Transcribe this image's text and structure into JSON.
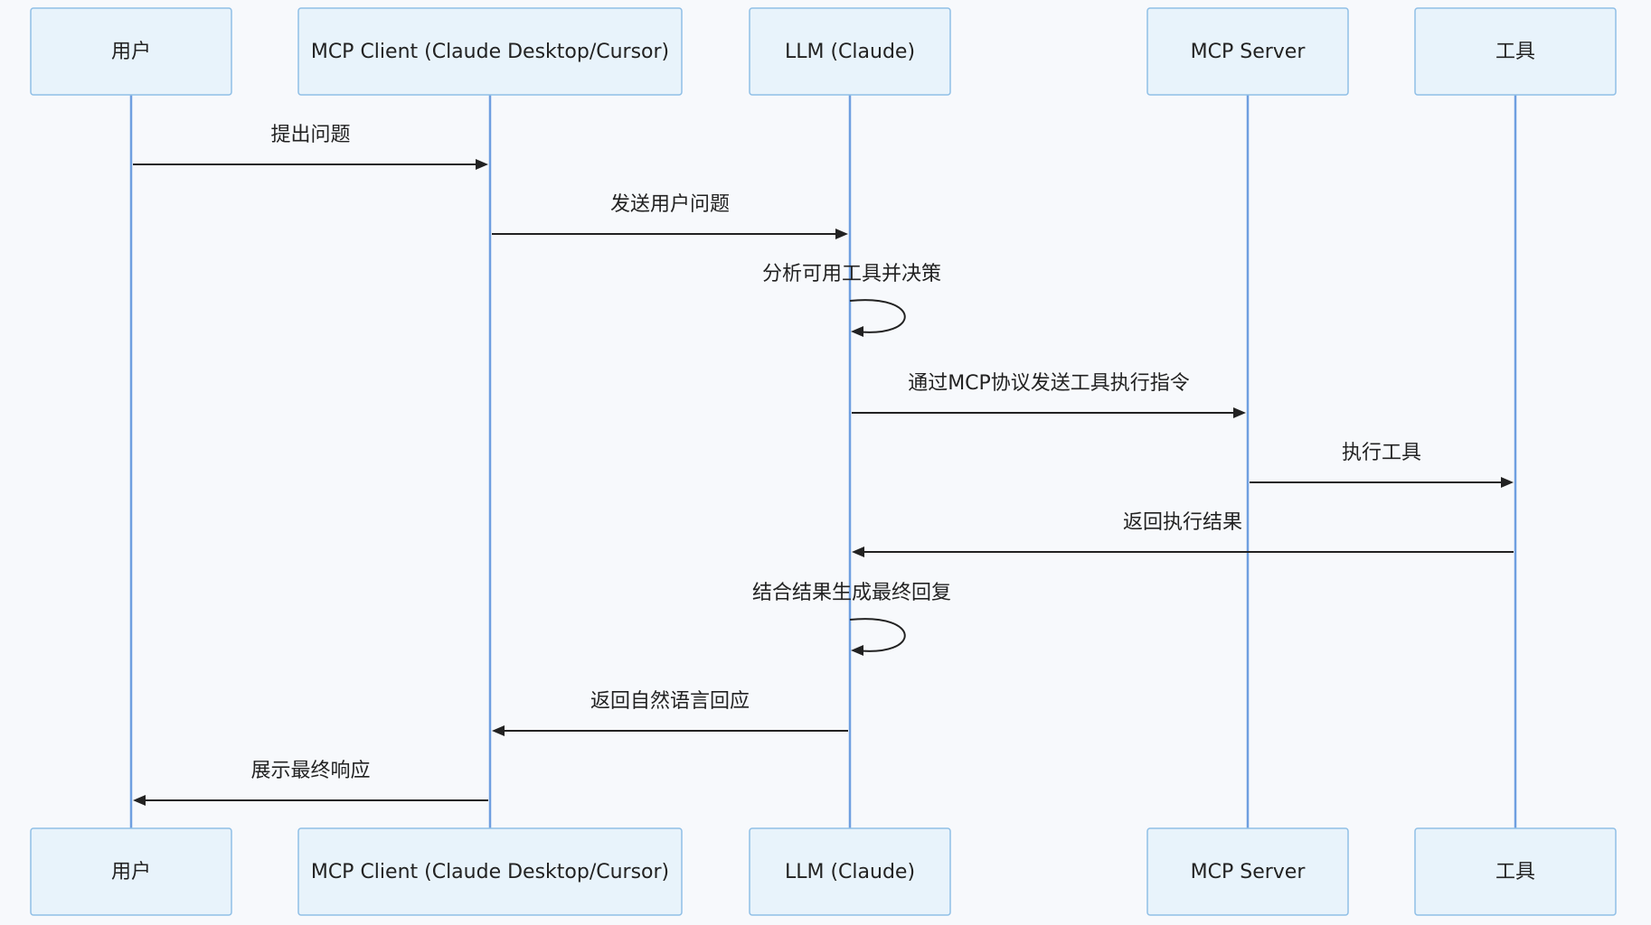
{
  "participants": [
    {
      "id": "user",
      "label": "用户"
    },
    {
      "id": "client",
      "label": "MCP Client (Claude Desktop/Cursor)"
    },
    {
      "id": "llm",
      "label": "LLM (Claude)"
    },
    {
      "id": "server",
      "label": "MCP Server"
    },
    {
      "id": "tool",
      "label": "工具"
    }
  ],
  "messages": [
    {
      "from": "user",
      "to": "client",
      "label": "提出问题"
    },
    {
      "from": "client",
      "to": "llm",
      "label": "发送用户问题"
    },
    {
      "from": "llm",
      "to": "llm",
      "label": "分析可用工具并决策"
    },
    {
      "from": "llm",
      "to": "server",
      "label": "通过MCP协议发送工具执行指令"
    },
    {
      "from": "server",
      "to": "tool",
      "label": "执行工具"
    },
    {
      "from": "tool",
      "to": "llm",
      "label": "返回执行结果"
    },
    {
      "from": "llm",
      "to": "llm",
      "label": "结合结果生成最终回复"
    },
    {
      "from": "llm",
      "to": "client",
      "label": "返回自然语言回应"
    },
    {
      "from": "client",
      "to": "user",
      "label": "展示最终响应"
    }
  ]
}
